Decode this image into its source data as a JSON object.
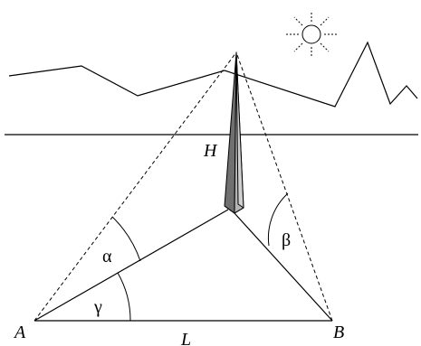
{
  "labels": {
    "point_a": "A",
    "point_b": "B",
    "height": "H",
    "baseline": "L",
    "angle_alpha": "α",
    "angle_beta": "β",
    "angle_gamma": "γ"
  },
  "colors": {
    "line": "#000000",
    "obelisk_dark": "#707070",
    "obelisk_light": "#b5b5b5",
    "background": "#ffffff"
  },
  "icons": {
    "sun": "sun-icon"
  }
}
